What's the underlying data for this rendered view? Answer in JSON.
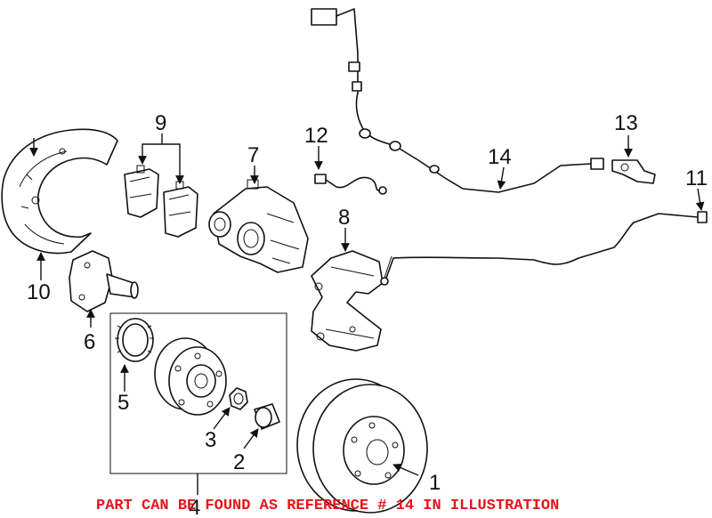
{
  "callouts": {
    "c1": "1",
    "c2": "2",
    "c3": "3",
    "c4": "4",
    "c5": "5",
    "c6": "6",
    "c7": "7",
    "c8": "8",
    "c9": "9",
    "c10": "10",
    "c11": "11",
    "c12": "12",
    "c13": "13",
    "c14": "14"
  },
  "notice": {
    "text": "PART CAN BE FOUND AS REFERENCE # 14 IN ILLUSTRATION",
    "color": "#e8141b"
  },
  "colors": {
    "line": "#111111",
    "background": "#ffffff"
  }
}
